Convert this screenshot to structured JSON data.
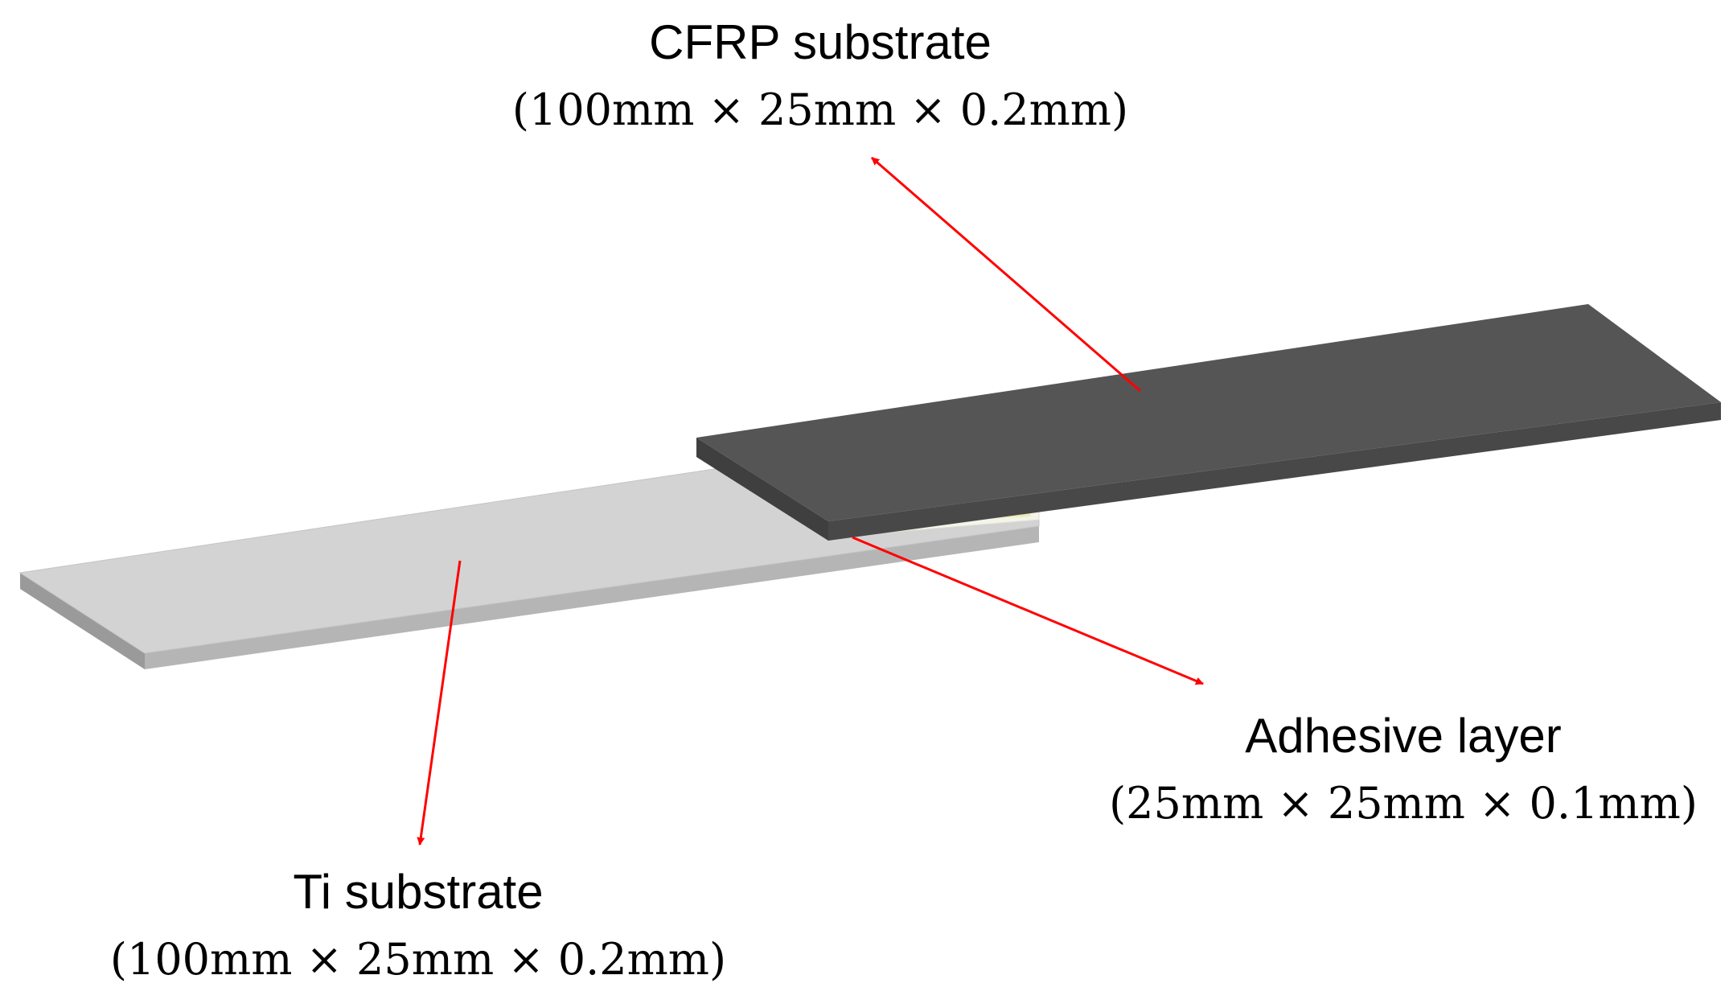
{
  "labels": {
    "cfrp": {
      "name": "CFRP substrate",
      "dims": "(100mm × 25mm × 0.2mm)"
    },
    "adhesive": {
      "name": "Adhesive layer",
      "dims": "(25mm × 25mm × 0.1mm)"
    },
    "ti": {
      "name": "Ti substrate",
      "dims": "(100mm × 25mm × 0.2mm)"
    }
  },
  "colors": {
    "cfrp_top": "#555555",
    "cfrp_side": "#434343",
    "ti_top": "#d3d3d3",
    "ti_side": "#a8a8a8",
    "adhesive": "#f2f2e6",
    "arrow": "#ff0000"
  }
}
